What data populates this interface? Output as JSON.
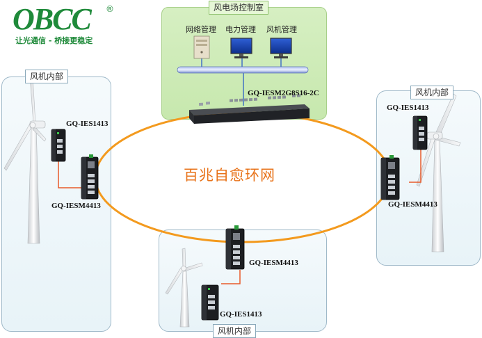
{
  "logo": {
    "brand": "OBCC",
    "registered": "®",
    "slogan": "让光通信 - 桥接更稳定"
  },
  "control_room": {
    "title": "风电场控制室",
    "stations": [
      "网络管理",
      "电力管理",
      "风机管理"
    ],
    "core_switch": "GQ-IESM2G8S16-2C"
  },
  "ring_label": "百兆自愈环网",
  "turbines": [
    {
      "title": "风机内部",
      "upper_device": "GQ-IES1413",
      "lower_device": "GQ-IESM4413"
    },
    {
      "title": "风机内部",
      "upper_device": "GQ-IES1413",
      "lower_device": "GQ-IESM4413"
    },
    {
      "title": "风机内部",
      "upper_device": "GQ-IESM4413",
      "lower_device": "GQ-IES1413"
    }
  ],
  "colors": {
    "ring": "#f39a1e",
    "ring_text": "#e8731a",
    "link": "#e85a2a",
    "logo_green": "#1f8a3a",
    "panel_green": "#c7e8ae"
  }
}
